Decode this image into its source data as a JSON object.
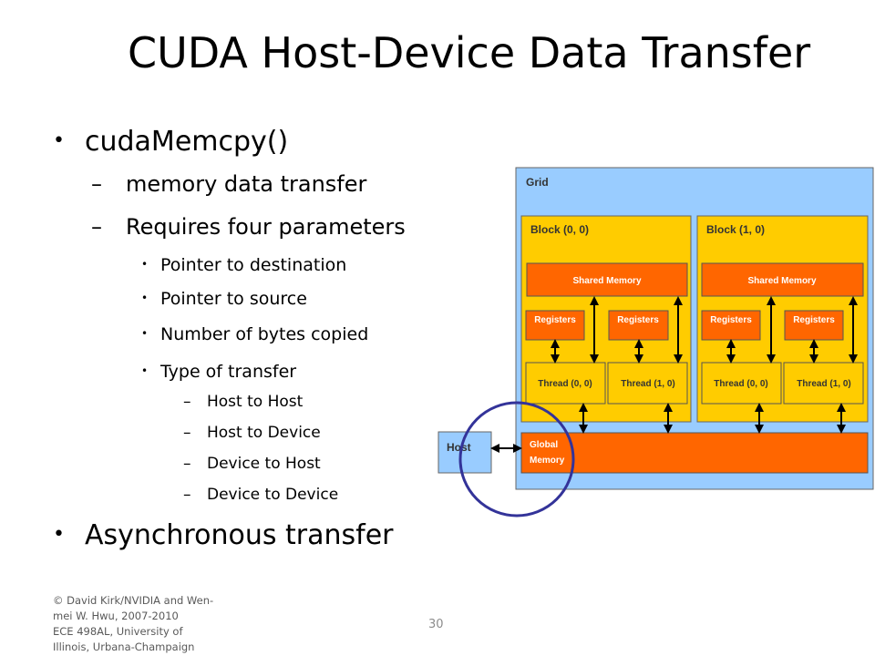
{
  "slide": {
    "title": "CUDA Host-Device Data Transfer",
    "bullets": {
      "b1": "cudaMemcpy()",
      "b1_1": "memory data transfer",
      "b1_2": "Requires four parameters",
      "p1": "Pointer to destination",
      "p2": "Pointer to source",
      "p3": "Number of bytes copied",
      "p4": "Type of transfer",
      "t1": "Host to Host",
      "t2": "Host to Device",
      "t3": "Device to Host",
      "t4": "Device to Device",
      "b2": "Asynchronous transfer"
    },
    "markers": {
      "round": "•",
      "dash": "–"
    },
    "footer": {
      "line1": "© David Kirk/NVIDIA and Wen-",
      "line2": "mei W. Hwu, 2007-2010",
      "line3": "ECE 498AL, University of",
      "line4": "Illinois, Urbana-Champaign"
    },
    "page_number": "30"
  },
  "diagram": {
    "grid_label": "Grid",
    "block0_label": "Block (0, 0)",
    "block1_label": "Block (1, 0)",
    "shared_memory": "Shared Memory",
    "registers": "Registers",
    "thread0": "Thread (0, 0)",
    "thread1": "Thread (1, 0)",
    "host_label": "Host",
    "global_memory_l1": "Global",
    "global_memory_l2": "Memory",
    "colors": {
      "grid": "#99ccff",
      "block": "#ffcc00",
      "memory": "#ff6600",
      "host": "#99ccff",
      "circle": "#333399"
    }
  }
}
